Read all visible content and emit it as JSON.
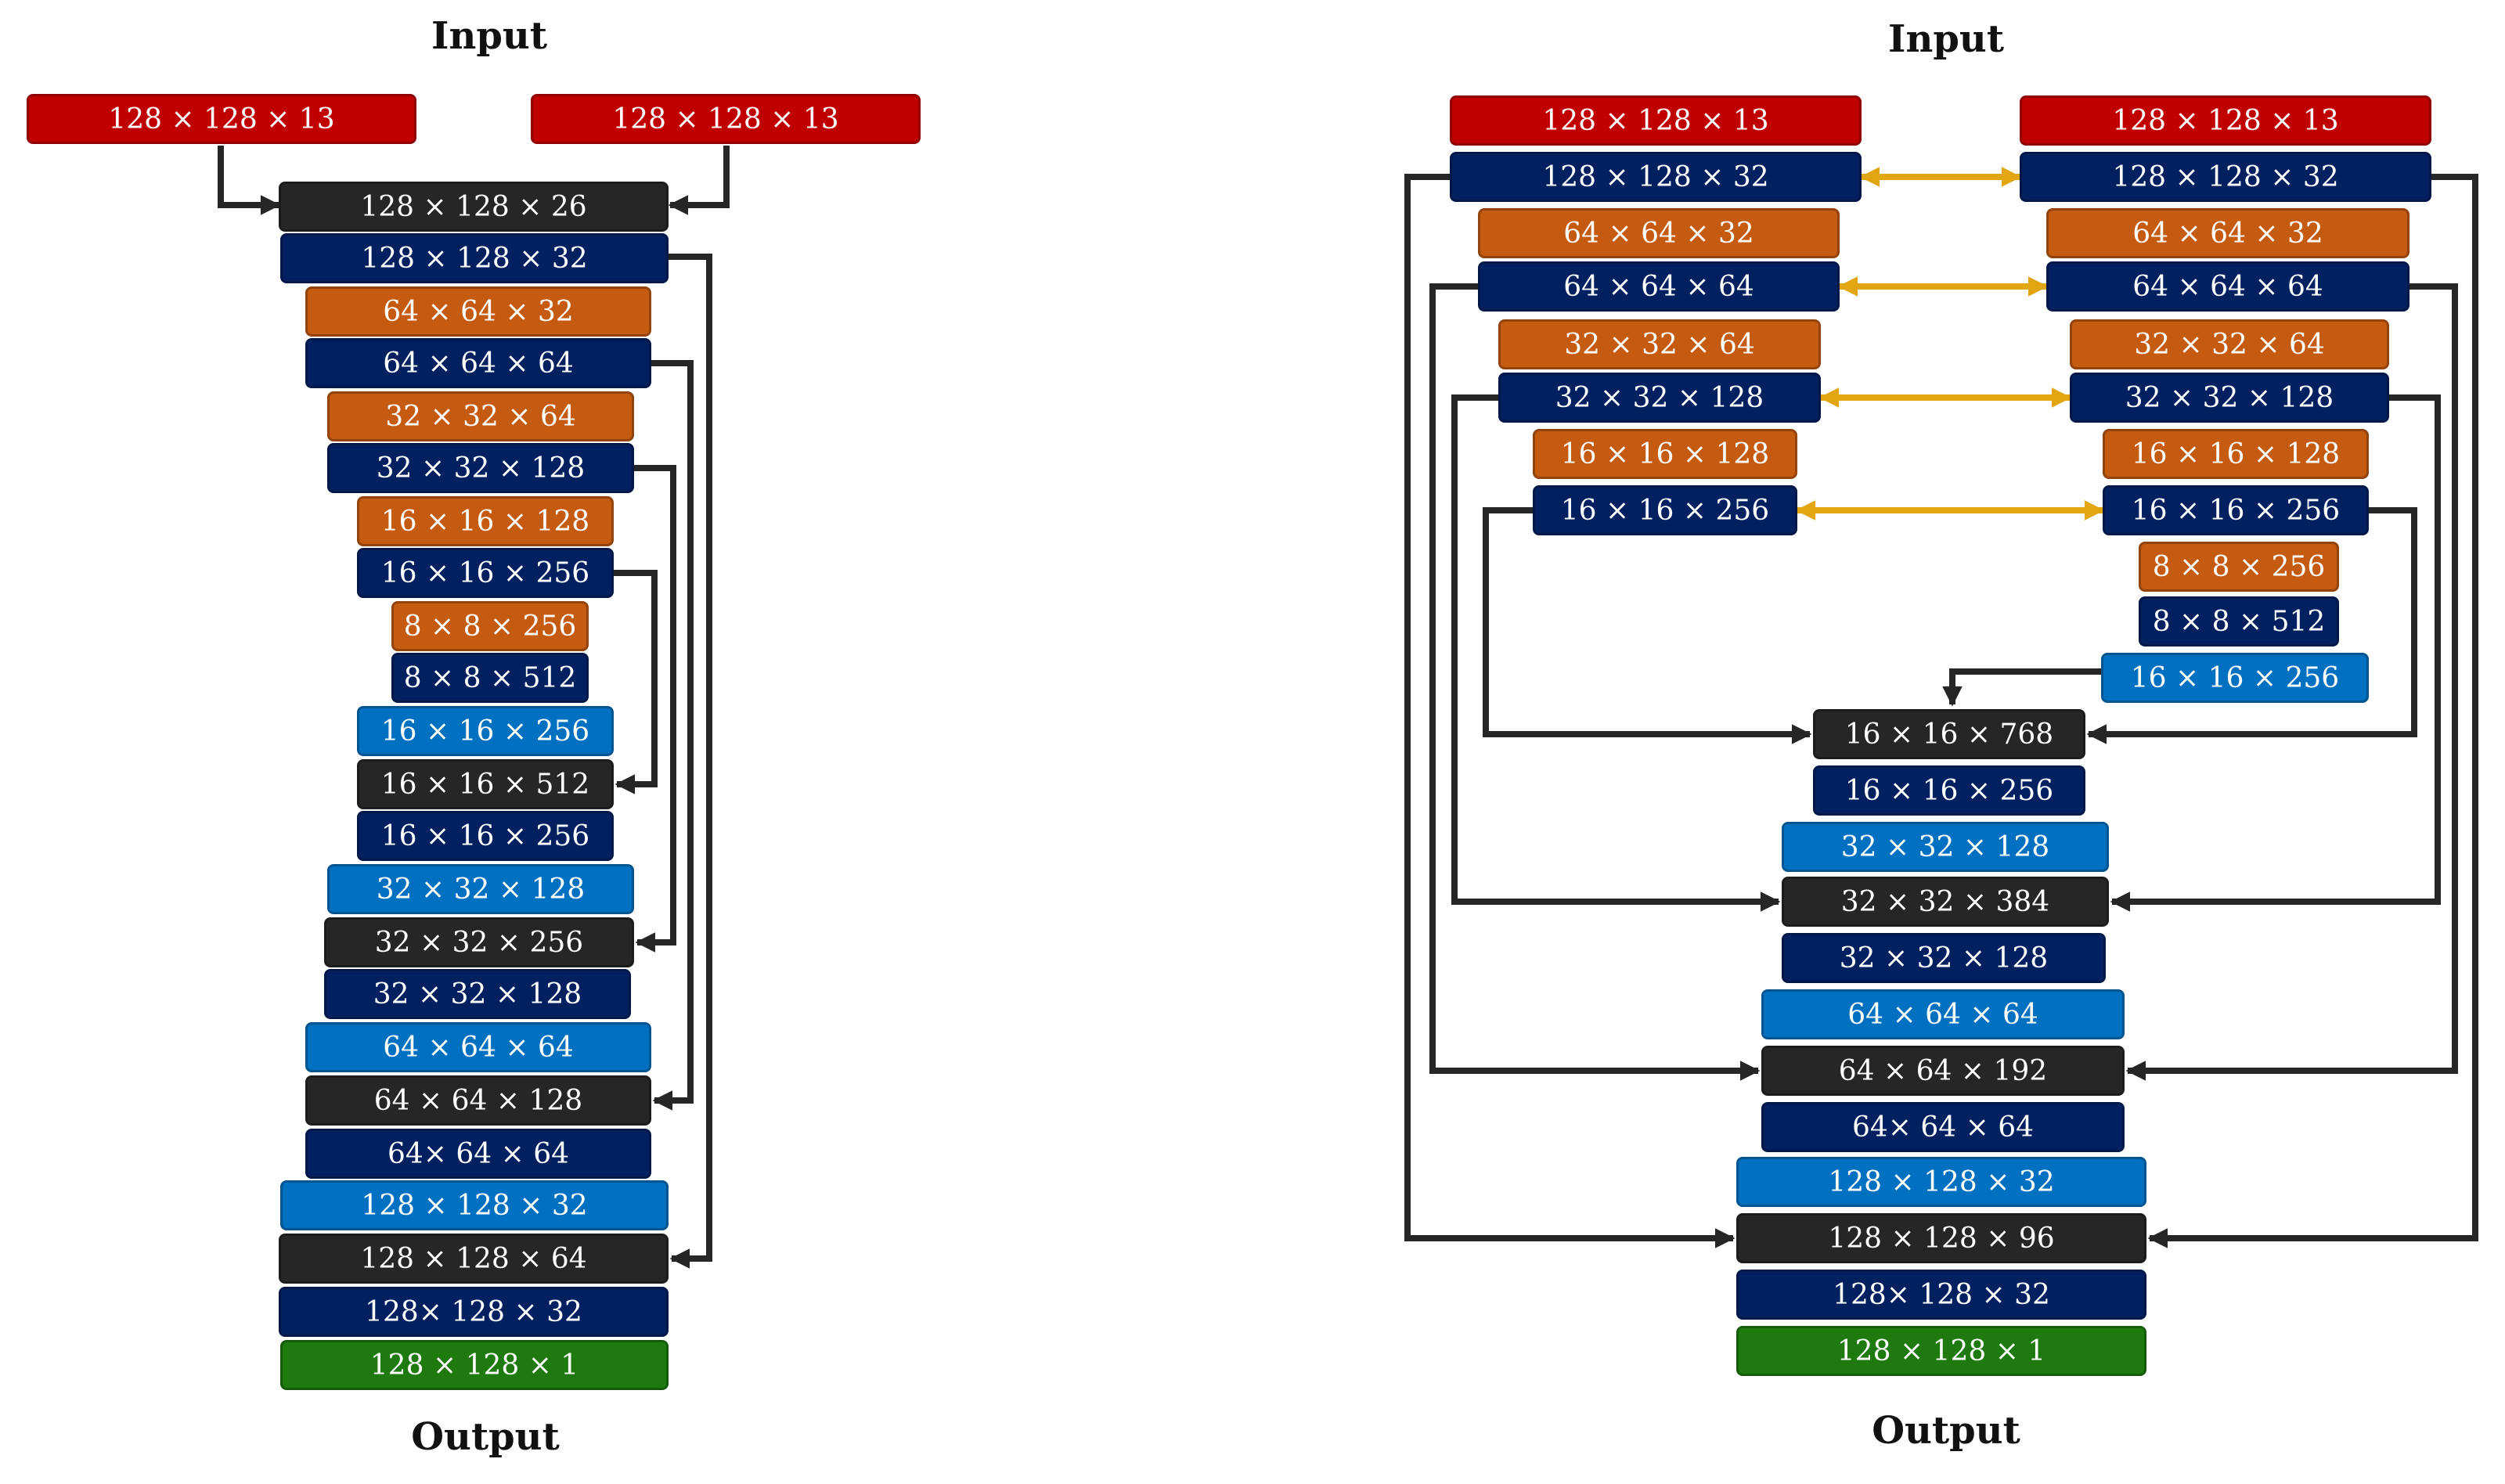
{
  "colors": {
    "input": "#c00000",
    "concat": "#262626",
    "conv": "#002060",
    "pool": "#c55a11",
    "upsample": "#0070c0",
    "output": "#1e7a0e",
    "arrow": "#262626",
    "shared": "#e1a611"
  },
  "left": {
    "input_label": "Input",
    "output_label": "Output",
    "inputs": [
      {
        "label": "128 × 128 × 13",
        "kind": "input"
      },
      {
        "label": "128 × 128 × 13",
        "kind": "input"
      }
    ],
    "layers": [
      {
        "label": "128 × 128 × 26",
        "kind": "concat"
      },
      {
        "label": "128 × 128 × 32",
        "kind": "conv"
      },
      {
        "label": "64 × 64 × 32",
        "kind": "pool"
      },
      {
        "label": "64 × 64 × 64",
        "kind": "conv"
      },
      {
        "label": "32 × 32 × 64",
        "kind": "pool"
      },
      {
        "label": "32 × 32 × 128",
        "kind": "conv"
      },
      {
        "label": "16 × 16 × 128",
        "kind": "pool"
      },
      {
        "label": "16 × 16 × 256",
        "kind": "conv"
      },
      {
        "label": "8 × 8 × 256",
        "kind": "pool"
      },
      {
        "label": "8 × 8 × 512",
        "kind": "conv"
      },
      {
        "label": "16 × 16 × 256",
        "kind": "upsample"
      },
      {
        "label": "16 × 16 × 512",
        "kind": "concat"
      },
      {
        "label": "16 × 16 × 256",
        "kind": "conv"
      },
      {
        "label": "32 × 32 × 128",
        "kind": "upsample"
      },
      {
        "label": "32 × 32 × 256",
        "kind": "concat"
      },
      {
        "label": "32 × 32 × 128",
        "kind": "conv"
      },
      {
        "label": "64 × 64 × 64",
        "kind": "upsample"
      },
      {
        "label": "64 × 64 × 128",
        "kind": "concat"
      },
      {
        "label": "64× 64 × 64",
        "kind": "conv"
      },
      {
        "label": "128 × 128 × 32",
        "kind": "upsample"
      },
      {
        "label": "128 × 128 × 64",
        "kind": "concat"
      },
      {
        "label": "128× 128 × 32",
        "kind": "conv"
      },
      {
        "label": "128 × 128 × 1",
        "kind": "output"
      }
    ]
  },
  "right": {
    "input_label": "Input",
    "output_label": "Output",
    "encoder_a": [
      {
        "label": "128 × 128 × 13",
        "kind": "input"
      },
      {
        "label": "128 × 128 × 32",
        "kind": "conv"
      },
      {
        "label": "64 × 64 × 32",
        "kind": "pool"
      },
      {
        "label": "64 × 64 × 64",
        "kind": "conv"
      },
      {
        "label": "32 × 32 × 64",
        "kind": "pool"
      },
      {
        "label": "32 × 32 × 128",
        "kind": "conv"
      },
      {
        "label": "16 × 16 × 128",
        "kind": "pool"
      },
      {
        "label": "16 × 16 × 256",
        "kind": "conv"
      }
    ],
    "encoder_b": [
      {
        "label": "128 × 128 × 13",
        "kind": "input"
      },
      {
        "label": "128 × 128 × 32",
        "kind": "conv"
      },
      {
        "label": "64 × 64 × 32",
        "kind": "pool"
      },
      {
        "label": "64 × 64 × 64",
        "kind": "conv"
      },
      {
        "label": "32 × 32 × 64",
        "kind": "pool"
      },
      {
        "label": "32 × 32 × 128",
        "kind": "conv"
      },
      {
        "label": "16 × 16 × 128",
        "kind": "pool"
      },
      {
        "label": "16 × 16 × 256",
        "kind": "conv"
      },
      {
        "label": "8 × 8 × 256",
        "kind": "pool"
      },
      {
        "label": "8 × 8 × 512",
        "kind": "conv"
      },
      {
        "label": "16 × 16 × 256",
        "kind": "upsample"
      }
    ],
    "decoder": [
      {
        "label": "16 × 16 × 768",
        "kind": "concat"
      },
      {
        "label": "16 × 16 × 256",
        "kind": "conv"
      },
      {
        "label": "32 × 32 × 128",
        "kind": "upsample"
      },
      {
        "label": "32 × 32 × 384",
        "kind": "concat"
      },
      {
        "label": "32 × 32 × 128",
        "kind": "conv"
      },
      {
        "label": "64 × 64 × 64",
        "kind": "upsample"
      },
      {
        "label": "64 × 64 × 192",
        "kind": "concat"
      },
      {
        "label": "64× 64 × 64",
        "kind": "conv"
      },
      {
        "label": "128 × 128 × 32",
        "kind": "upsample"
      },
      {
        "label": "128 × 128 × 96",
        "kind": "concat"
      },
      {
        "label": "128× 128 × 32",
        "kind": "conv"
      },
      {
        "label": "128 × 128 × 1",
        "kind": "output"
      }
    ]
  }
}
